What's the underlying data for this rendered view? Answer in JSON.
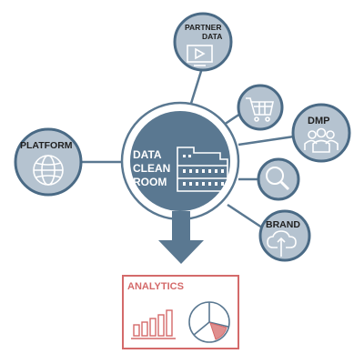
{
  "colors": {
    "hub": "#5a7891",
    "node_fill": "#b5c3d0",
    "node_stroke": "#4a6a85",
    "line": "#5a7891",
    "analytics": "#d46a6a",
    "white": "#ffffff"
  },
  "hub": {
    "lines": [
      "DATA",
      "CLEAN",
      "ROOM"
    ],
    "icon": "building-icon"
  },
  "nodes": {
    "partner": {
      "label_lines": [
        "PARTNER",
        "DATA"
      ],
      "icon": "video-icon"
    },
    "cart": {
      "icon": "shopping-cart-icon"
    },
    "dmp": {
      "label": "DMP",
      "icon": "people-group-icon"
    },
    "search": {
      "icon": "magnifier-icon"
    },
    "brand": {
      "label": "BRAND",
      "icon": "cloud-upload-icon"
    },
    "platform": {
      "label": "PLATFORM",
      "icon": "globe-icon"
    }
  },
  "analytics": {
    "title": "ANALYTICS",
    "bar_chart_icon": "bar-chart-icon",
    "pie_chart_icon": "pie-chart-icon"
  }
}
